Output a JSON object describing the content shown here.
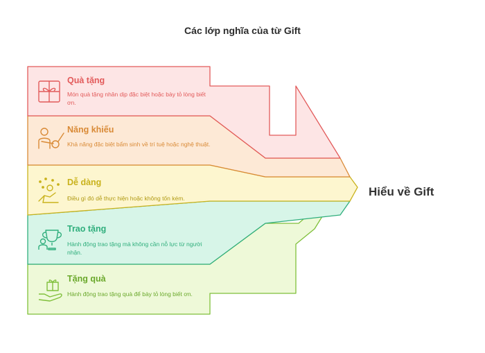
{
  "title": "Các lớp nghĩa của từ Gift",
  "result": "Hiểu về Gift",
  "items": [
    {
      "title": "Quà tặng",
      "desc": "Món quà tặng nhân dịp đặc biệt hoặc bày tỏ lòng biết ơn.",
      "icon": "gift-box-icon",
      "color": "#e25a5a",
      "fill": "#fde5e5"
    },
    {
      "title": "Năng khiếu",
      "desc": "Khả năng đặc biệt bẩm sinh về trí tuệ hoặc nghệ thuật.",
      "icon": "guitar-player-icon",
      "color": "#d98a36",
      "fill": "#fde9d6"
    },
    {
      "title": "Dễ dàng",
      "desc": "Điều gì đó dễ thực hiện hoặc không tốn kém.",
      "icon": "relaxing-person-icon",
      "color": "#c9b21c",
      "fill": "#fdf6cf"
    },
    {
      "title": "Trao tặng",
      "desc": "Hành động trao tặng mà không cần nỗ lực từ người nhận.",
      "icon": "trophy-award-icon",
      "color": "#2fae7c",
      "fill": "#d7f5e8"
    },
    {
      "title": "Tặng quà",
      "desc": "Hành động trao tặng quà để bày tỏ lòng biết ơn.",
      "icon": "hand-gift-icon",
      "color": "#7fbf3a",
      "fill": "#eef9d8"
    }
  ]
}
